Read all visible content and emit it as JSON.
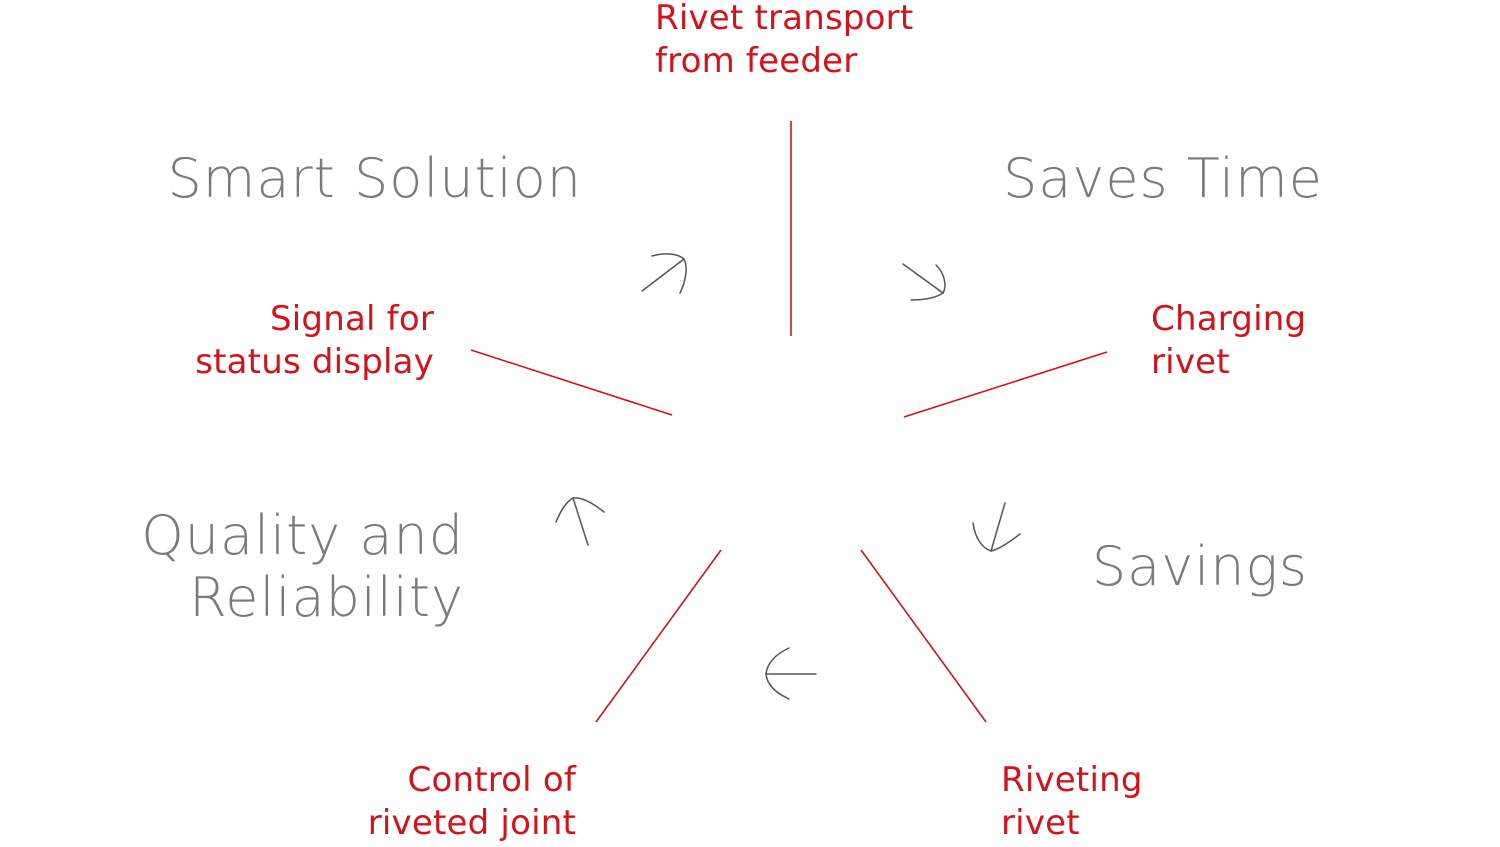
{
  "accent_color": "#d4121c",
  "benefit_color": "#7a7a7a",
  "steps": [
    {
      "id": "rivet-transport",
      "line1": "Rivet transport",
      "line2": "from feeder"
    },
    {
      "id": "charging-rivet",
      "line1": "Charging",
      "line2": "rivet"
    },
    {
      "id": "riveting-rivet",
      "line1": "Riveting",
      "line2": "rivet"
    },
    {
      "id": "control-joint",
      "line1": "Control of",
      "line2": "riveted joint"
    },
    {
      "id": "signal-status",
      "line1": "Signal for",
      "line2": "status display"
    }
  ],
  "benefits": [
    {
      "id": "smart-solution",
      "line1": "Smart Solution"
    },
    {
      "id": "saves-time",
      "line1": "Saves Time"
    },
    {
      "id": "savings",
      "line1": "Savings"
    },
    {
      "id": "quality-reliability",
      "line1": "Quality and",
      "line2": "Reliability"
    }
  ],
  "arrows": [
    {
      "name": "arrow-up-right-icon"
    },
    {
      "name": "arrow-down-right-icon"
    },
    {
      "name": "arrow-down-left-icon"
    },
    {
      "name": "arrow-left-icon"
    },
    {
      "name": "arrow-up-left-icon"
    }
  ]
}
